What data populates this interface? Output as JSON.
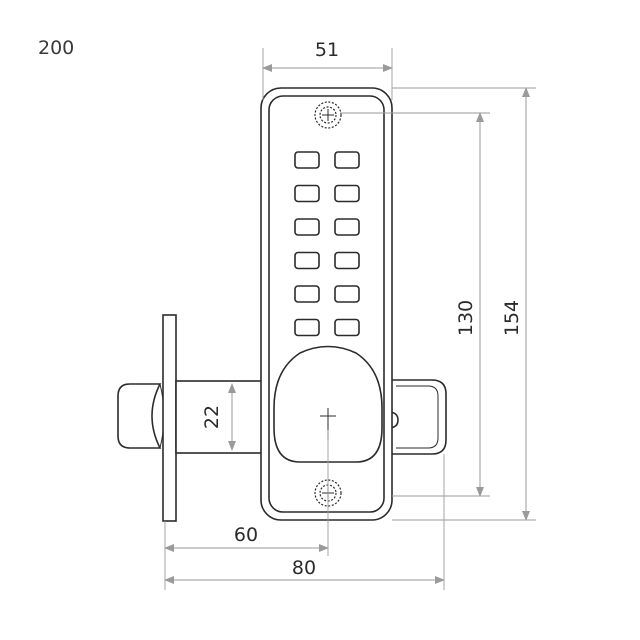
{
  "model_number": "200",
  "dimensions": {
    "body_width": "51",
    "plate_height_full": "154",
    "screw_center_distance": "130",
    "latch_diameter": "22",
    "backset": "60",
    "overall_depth": "80"
  },
  "keypad": {
    "rows": 6,
    "columns": 2
  },
  "colors": {
    "outline": "#2b2b2b",
    "dimension_line": "#9a9a9a",
    "background": "#ffffff"
  }
}
